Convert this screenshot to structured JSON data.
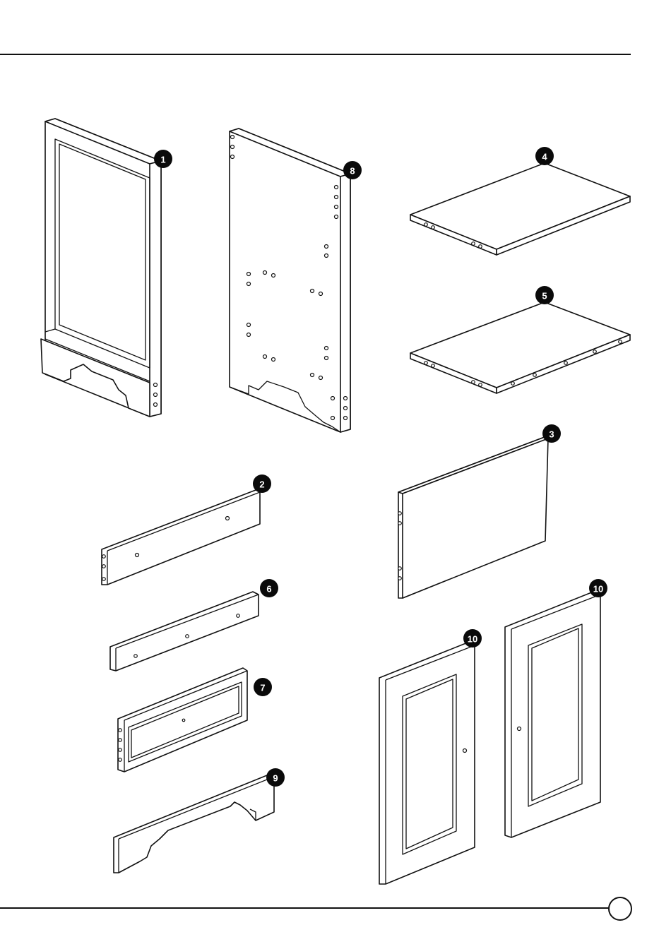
{
  "page": {
    "number": ""
  },
  "parts": [
    {
      "id": "part-1",
      "badge": "1"
    },
    {
      "id": "part-2",
      "badge": "2"
    },
    {
      "id": "part-3",
      "badge": "3"
    },
    {
      "id": "part-4",
      "badge": "4"
    },
    {
      "id": "part-5",
      "badge": "5"
    },
    {
      "id": "part-6",
      "badge": "6"
    },
    {
      "id": "part-7",
      "badge": "7"
    },
    {
      "id": "part-8",
      "badge": "8"
    },
    {
      "id": "part-9",
      "badge": "9"
    },
    {
      "id": "part-10a",
      "badge": "10"
    },
    {
      "id": "part-10b",
      "badge": "10"
    }
  ]
}
